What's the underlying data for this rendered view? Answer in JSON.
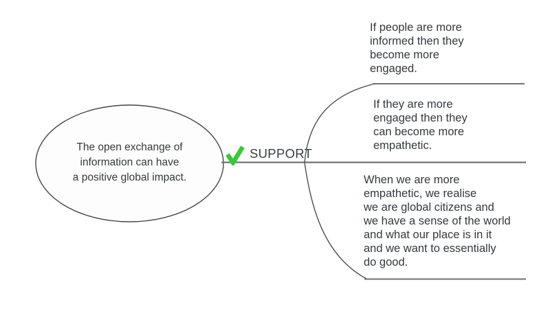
{
  "diagram": {
    "type": "concept-map",
    "claim": {
      "text": "The open exchange of\ninformation can have\na positive global impact."
    },
    "relation": {
      "label": "SUPPORT",
      "icon": "check-icon"
    },
    "reasons": [
      {
        "text": "If people are more\ninformed then they\nbecome more\nengaged."
      },
      {
        "text": "If they are more\nengaged then they\ncan become more\nempathetic."
      },
      {
        "text": "When we are more\nempathetic, we realise\nwe are global citizens and\nwe have a sense of the world\nand what our place is in it\nand we want to essentially\ndo good."
      }
    ],
    "colors": {
      "check_green": "#33cc33",
      "text": "#333a3d",
      "line_gray": "#6f7173",
      "curve_dark": "#4a4f52",
      "ellipse_stroke": "#41474a",
      "ellipse_fill": "#fdfdfd"
    }
  }
}
